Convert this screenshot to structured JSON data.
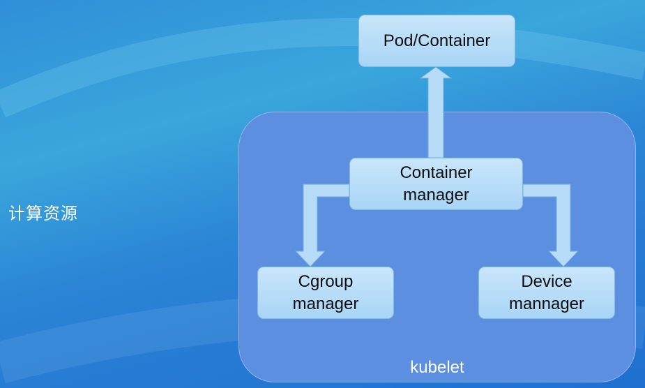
{
  "slide": {
    "side_title": "计算资源"
  },
  "diagram": {
    "container_label": "kubelet",
    "nodes": {
      "pod_container": "Pod/Container",
      "container_manager": "Container manager",
      "cgroup_manager": "Cgroup manager",
      "device_manager": "Device mannager"
    }
  },
  "colors": {
    "panel": "#5d8fe0",
    "node_fill": "#b6dcf8",
    "arrow_fill": "#b6dcf8"
  }
}
